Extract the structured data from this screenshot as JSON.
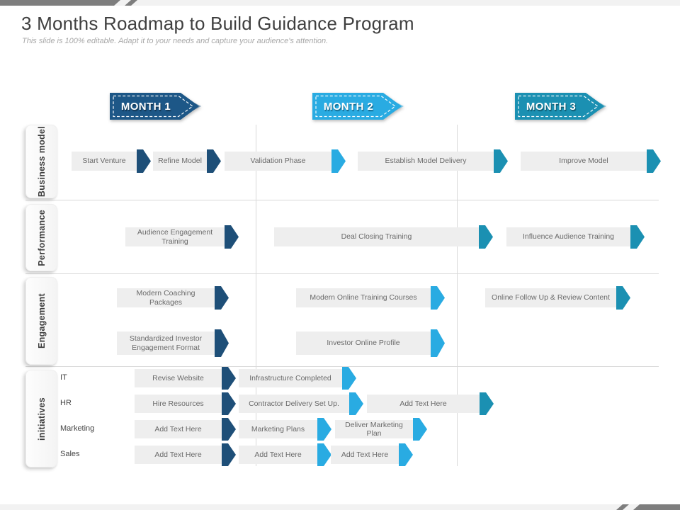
{
  "header": {
    "title": "3 Months Roadmap to Build Guidance Program",
    "subtitle": "This slide is 100% editable. Adapt it to your needs and capture your audience's attention."
  },
  "months": [
    {
      "label": "MONTH 1"
    },
    {
      "label": "MONTH 2"
    },
    {
      "label": "MONTH 3"
    }
  ],
  "sections": [
    {
      "label": "Business model"
    },
    {
      "label": "Performance"
    },
    {
      "label": "Engagement"
    },
    {
      "label": "initiatives"
    }
  ],
  "tracks": [
    "IT",
    "HR",
    "Marketing",
    "Sales"
  ],
  "bars": {
    "business_model": [
      "Start Venture",
      "Refine Model",
      "Validation Phase",
      "Establish Model Delivery",
      "Improve Model"
    ],
    "performance": [
      "Audience Engagement Training",
      "Deal Closing Training",
      "Influence Audience Training"
    ],
    "engagement_row1": [
      "Modern Coaching Packages",
      "Modern Online Training Courses",
      "Online Follow Up & Review Content"
    ],
    "engagement_row2": [
      "Standardized Investor Engagement Format",
      "Investor Online Profile"
    ],
    "it": [
      "Revise Website",
      "Infrastructure Completed"
    ],
    "hr": [
      "Hire Resources",
      "Contractor Delivery Set Up.",
      "Add Text Here"
    ],
    "marketing": [
      "Add Text Here",
      "Marketing Plans",
      "Deliver Marketing Plan"
    ],
    "sales": [
      "Add Text Here",
      "Add Text Here",
      "Add Text Here"
    ]
  },
  "colors": {
    "dark_blue": "#1E4F78",
    "banner_blue": "#1D5787",
    "cyan": "#29ABE2",
    "teal": "#1B90B2",
    "bar_bg": "#EEEEEE",
    "bar_text": "#6A6A6A",
    "grid_line": "#D9D9D9"
  }
}
